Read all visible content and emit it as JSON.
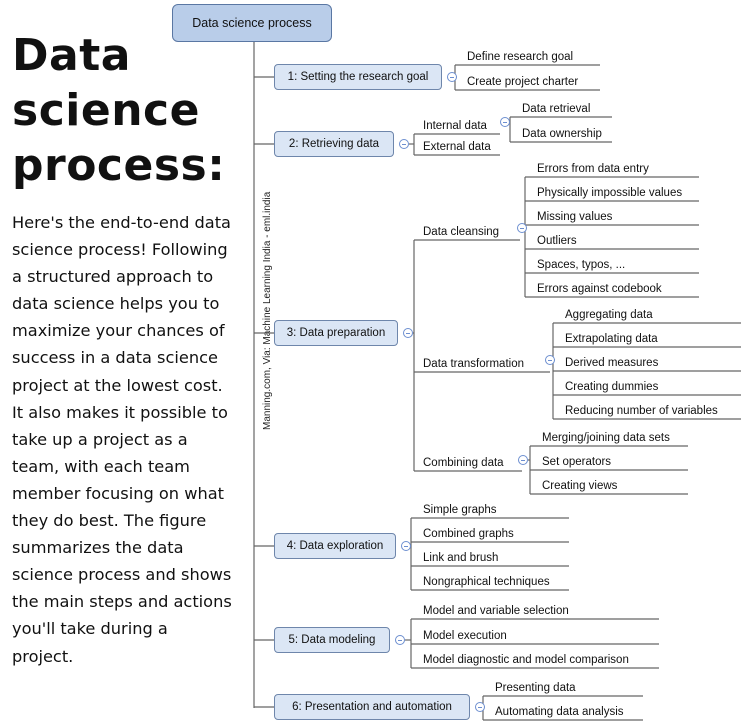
{
  "title": "Data science process:",
  "description": "Here's the end-to-end data science process! Following a structured approach to data science helps you to maximize your chances of success in a data science project at the lowest cost. It also makes it possible to take up a project as a team, with each team member focusing on what they do best. The figure summarizes the data science process and shows the main steps and actions you'll take during a project.",
  "credit": "Manning.com, Via: Machine Learning India - eml.india",
  "root": "Data science process",
  "steps": [
    {
      "label": "1: Setting the research goal",
      "items": [
        "Define research goal",
        "Create project charter"
      ]
    },
    {
      "label": "2: Retrieving data",
      "groups": [
        {
          "label": "Internal data",
          "items": [
            "Data retrieval",
            "Data ownership"
          ]
        },
        {
          "label": "External data",
          "items": []
        }
      ]
    },
    {
      "label": "3: Data preparation",
      "groups": [
        {
          "label": "Data cleansing",
          "items": [
            "Errors from data entry",
            "Physically impossible values",
            "Missing values",
            "Outliers",
            "Spaces, typos, ...",
            "Errors against codebook"
          ]
        },
        {
          "label": "Data transformation",
          "items": [
            "Aggregating data",
            "Extrapolating data",
            "Derived measures",
            "Creating dummies",
            "Reducing number of variables"
          ]
        },
        {
          "label": "Combining data",
          "items": [
            "Merging/joining data sets",
            "Set operators",
            "Creating views"
          ]
        }
      ]
    },
    {
      "label": "4: Data exploration",
      "items": [
        "Simple graphs",
        "Combined graphs",
        "Link and brush",
        "Nongraphical techniques"
      ]
    },
    {
      "label": "5: Data modeling",
      "items": [
        "Model and variable selection",
        "Model execution",
        "Model diagnostic and model comparison"
      ]
    },
    {
      "label": "6: Presentation and automation",
      "items": [
        "Presenting data",
        "Automating data analysis"
      ]
    }
  ]
}
